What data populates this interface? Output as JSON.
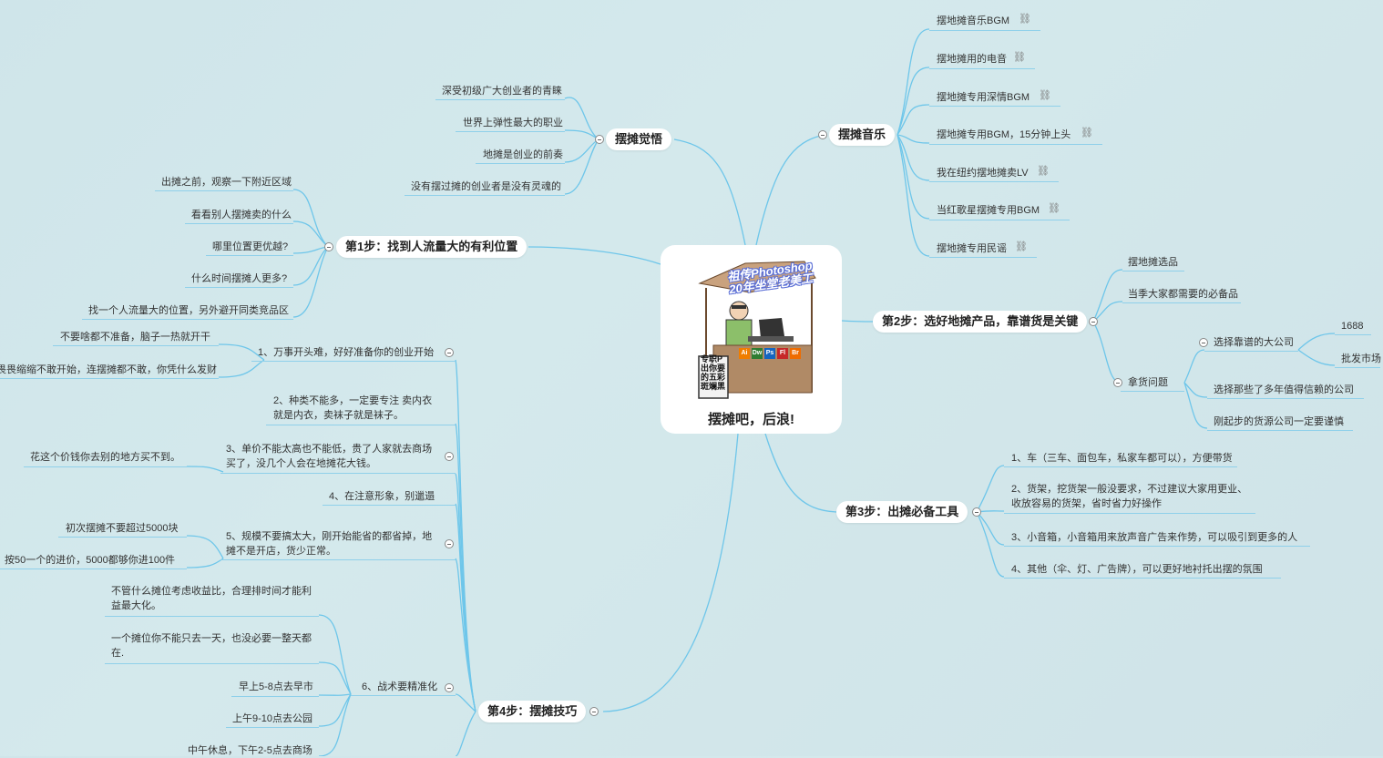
{
  "center": {
    "title": "摆摊吧，后浪!",
    "logo_text_line1": "祖传Photoshop",
    "logo_text_line2": "20年坐堂老美工",
    "sign_text": "专职P出你要的五彩斑斓黑",
    "tool_icons": [
      "Ai",
      "Dw",
      "Ps",
      "Fl",
      "Br"
    ],
    "tool_icon_colors": [
      "#f07d00",
      "#2e7d32",
      "#1565c0",
      "#c62828",
      "#ef6c00"
    ]
  },
  "branches": {
    "awareness": {
      "label": "摆摊觉悟",
      "items": [
        "深受初级广大创业者的青睐",
        "世界上弹性最大的职业",
        "地摊是创业的前奏",
        "没有摆过摊的创业者是没有灵魂的"
      ]
    },
    "step1": {
      "label": "第1步：找到人流量大的有利位置",
      "items": [
        "出摊之前，观察一下附近区域",
        "看看别人摆摊卖的什么",
        "哪里位置更优越?",
        "什么时间摆摊人更多?",
        "找一个人流量大的位置，另外避开同类竞品区"
      ]
    },
    "music": {
      "label": "摆摊音乐",
      "link_icon": "link-icon",
      "items": [
        "摆地摊音乐BGM",
        "摆地摊用的电音",
        "摆地摊专用深情BGM",
        "摆地摊专用BGM，15分钟上头",
        "我在纽约摆地摊卖LV",
        "当红歌星摆摊专用BGM",
        "摆地摊专用民谣"
      ]
    },
    "step2": {
      "label": "第2步：选好地摊产品，靠谱货是关键",
      "items": [
        "摆地摊选品",
        "当季大家都需要的必备品"
      ],
      "goods": {
        "label": "拿货问题",
        "company": {
          "label": "选择靠谱的大公司",
          "items": [
            "1688",
            "批发市场"
          ]
        },
        "items": [
          "选择那些了多年值得信赖的公司",
          "刚起步的货源公司一定要谨慎"
        ]
      }
    },
    "step3": {
      "label": "第3步：出摊必备工具",
      "items": [
        "1、车（三车、面包车，私家车都可以），方便带货",
        "2、货架，挖货架一般没要求，不过建议大家用更业、收放容易的货架，省时省力好操作",
        "3、小音箱，小音箱用来放声音广告来作势，可以吸引到更多的人",
        "4、其他（伞、灯、广告牌），可以更好地衬托出摆的氛围"
      ]
    },
    "step4": {
      "label": "第4步：摆摊技巧",
      "tips": [
        {
          "label": "1、万事开头难，好好准备你的创业开始",
          "children": [
            "不要啥都不准备，脑子一热就开干",
            "畏畏缩缩不敢开始，连摆摊都不敢，你凭什么发财"
          ]
        },
        {
          "label": "2、种类不能多，一定要专注 卖内衣就是内衣，卖袜子就是袜子。",
          "children": []
        },
        {
          "label": "3、单价不能太高也不能低，贵了人家就去商场买了，没几个人会在地摊花大钱。",
          "children": [
            "花这个价钱你去别的地方买不到。"
          ]
        },
        {
          "label": "4、在注意形象，别邋遢",
          "children": []
        },
        {
          "label": "5、规模不要搞太大，刚开始能省的都省掉，地摊不是开店，货少正常。",
          "children": [
            "初次摆摊不要超过5000块",
            "按50一个的进价，5000都够你进100件"
          ]
        },
        {
          "label": "6、战术要精准化",
          "children": [
            "不管什么摊位考虑收益比，合理排时间才能利益最大化。",
            "一个摊位你不能只去一天，也没必要一整天都在.",
            "早上5-8点去早市",
            "上午9-10点去公园",
            "中午休息，下午2-5点去商场"
          ]
        }
      ]
    }
  },
  "colors": {
    "line": "#6ec6ea",
    "background": "#d1e7eb",
    "node": "#ffffff"
  }
}
